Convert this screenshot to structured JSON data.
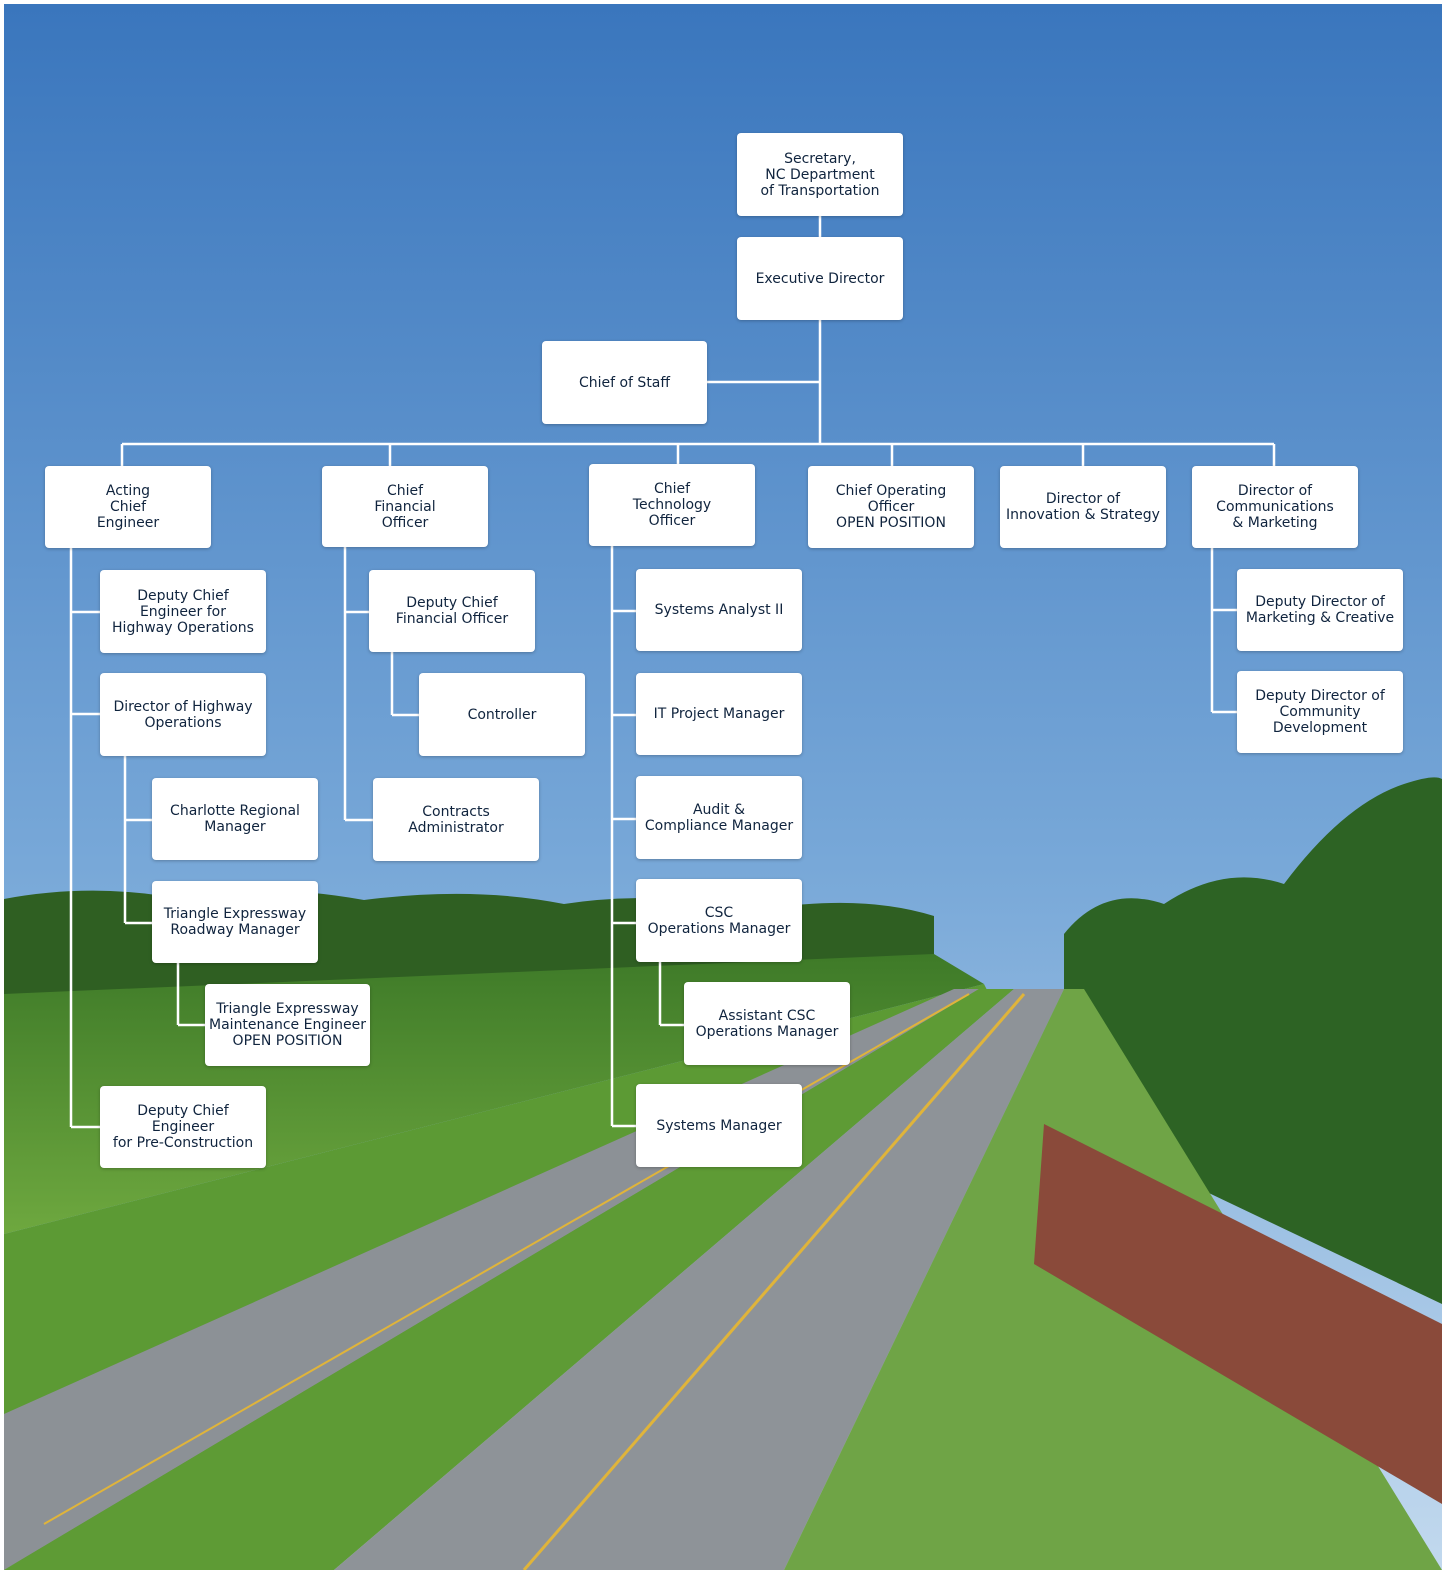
{
  "org_chart": {
    "secretary": "Secretary,\nNC Department\nof Transportation",
    "executive_director": "Executive Director",
    "chief_of_staff": "Chief of Staff",
    "acting_chief_engineer": "Acting\nChief\nEngineer",
    "cfo": "Chief\nFinancial\nOfficer",
    "cto": "Chief\nTechnology\nOfficer",
    "coo": "Chief Operating\nOfficer\nOPEN POSITION",
    "dir_innovation": "Director of\nInnovation & Strategy",
    "dir_communications": "Director of\nCommunications\n& Marketing",
    "deputy_chief_highway_ops": "Deputy Chief\nEngineer for\nHighway Operations",
    "dir_highway_ops": "Director of Highway\nOperations",
    "charlotte_regional_manager": "Charlotte Regional\nManager",
    "triangle_roadway_manager": "Triangle Expressway\nRoadway Manager",
    "triangle_maintenance_engineer": "Triangle Expressway\nMaintenance Engineer\nOPEN POSITION",
    "deputy_chief_preconstruction": "Deputy Chief Engineer\nfor Pre-Construction",
    "deputy_cfo": "Deputy Chief\nFinancial Officer",
    "controller": "Controller",
    "contracts_administrator": "Contracts\nAdministrator",
    "systems_analyst": "Systems Analyst II",
    "it_project_manager": "IT Project Manager",
    "audit_compliance_manager": "Audit &\nCompliance Manager",
    "csc_operations_manager": "CSC\nOperations Manager",
    "assistant_csc_manager": "Assistant CSC\nOperations Manager",
    "systems_manager": "Systems Manager",
    "deputy_marketing_creative": "Deputy Director of\nMarketing & Creative",
    "deputy_community_development": "Deputy Director of\nCommunity\nDevelopment"
  },
  "colors": {
    "sky_top": "#3f7bc0",
    "sky_bottom": "#b8d3ea",
    "box_text": "#10243e",
    "connector": "#ffffff",
    "field_green": "#4f8a2e",
    "road": "#8a8f94"
  }
}
